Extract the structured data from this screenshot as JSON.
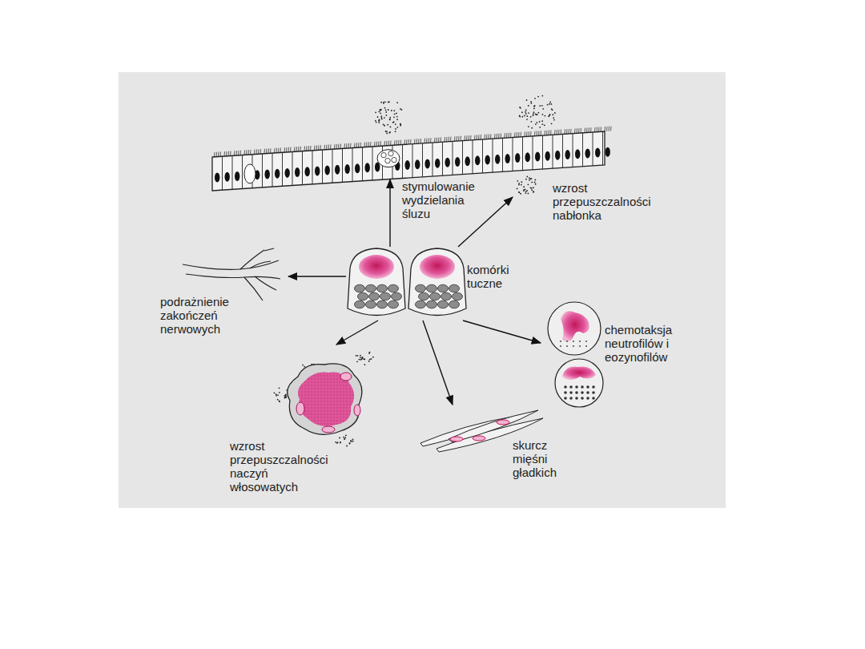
{
  "diagram": {
    "nodes": [
      {
        "text": [
          "komórki tuczne"
        ]
      },
      {
        "text": [
          "stymulowanie wydzielania śluzu"
        ]
      },
      {
        "text": [
          "wzrost przepuszczalności nabłonka"
        ]
      },
      {
        "text": [
          "podrażnienie zakończeń nerwowych"
        ]
      },
      {
        "text": [
          "chemotaksja neutrofilów i eozynofilów"
        ]
      },
      {
        "text": [
          "wzrost przepuszczalności naczyń włosowatych"
        ]
      },
      {
        "text": [
          "skurcz mięśni gładkich"
        ]
      }
    ],
    "edges": [
      {
        "from": 0,
        "to": 1,
        "arrow": "to"
      },
      {
        "from": 0,
        "to": 2,
        "arrow": "to"
      },
      {
        "from": 0,
        "to": 3,
        "arrow": "to"
      },
      {
        "from": 0,
        "to": 4,
        "arrow": "to"
      },
      {
        "from": 0,
        "to": 5,
        "arrow": "to"
      },
      {
        "from": 0,
        "to": 6,
        "arrow": "to"
      }
    ]
  }
}
